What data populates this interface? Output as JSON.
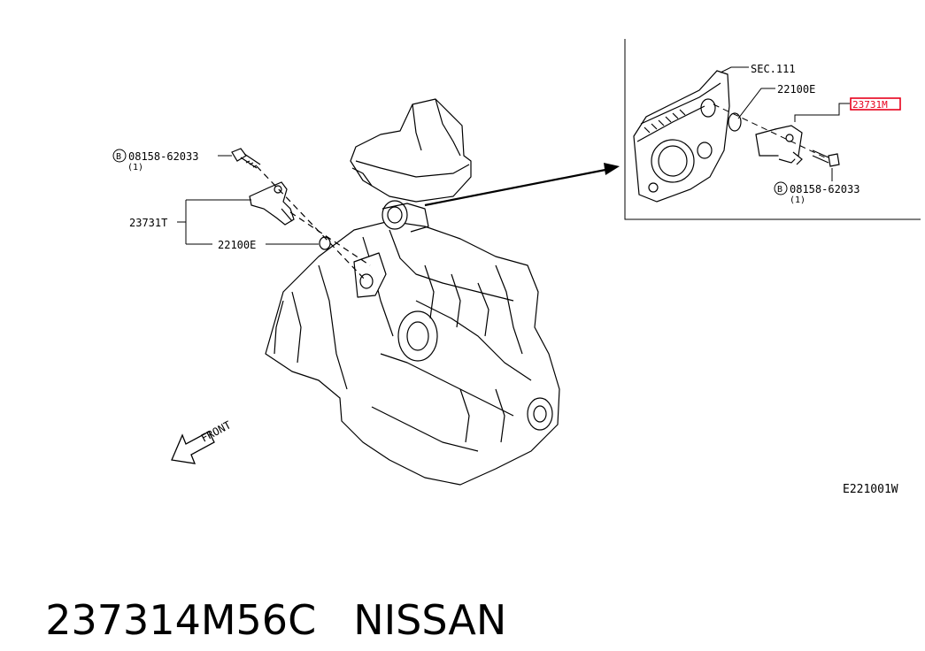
{
  "diagram": {
    "left_callouts": {
      "bolt_prefix": "B",
      "bolt_part": "08158-62033",
      "bolt_qty": "(1)",
      "sensor_part": "23731T",
      "oring_part": "22100E"
    },
    "detail": {
      "section_ref": "SEC.111",
      "oring_part": "22100E",
      "highlighted_part": "23731M",
      "bolt_prefix": "B",
      "bolt_part": "08158-62033",
      "bolt_qty": "(1)"
    },
    "direction_label": "FRONT",
    "drawing_code": "E221001W",
    "highlight_color": "#e8001c"
  },
  "footer": {
    "part_number": "237314M56C",
    "brand": "NISSAN"
  }
}
